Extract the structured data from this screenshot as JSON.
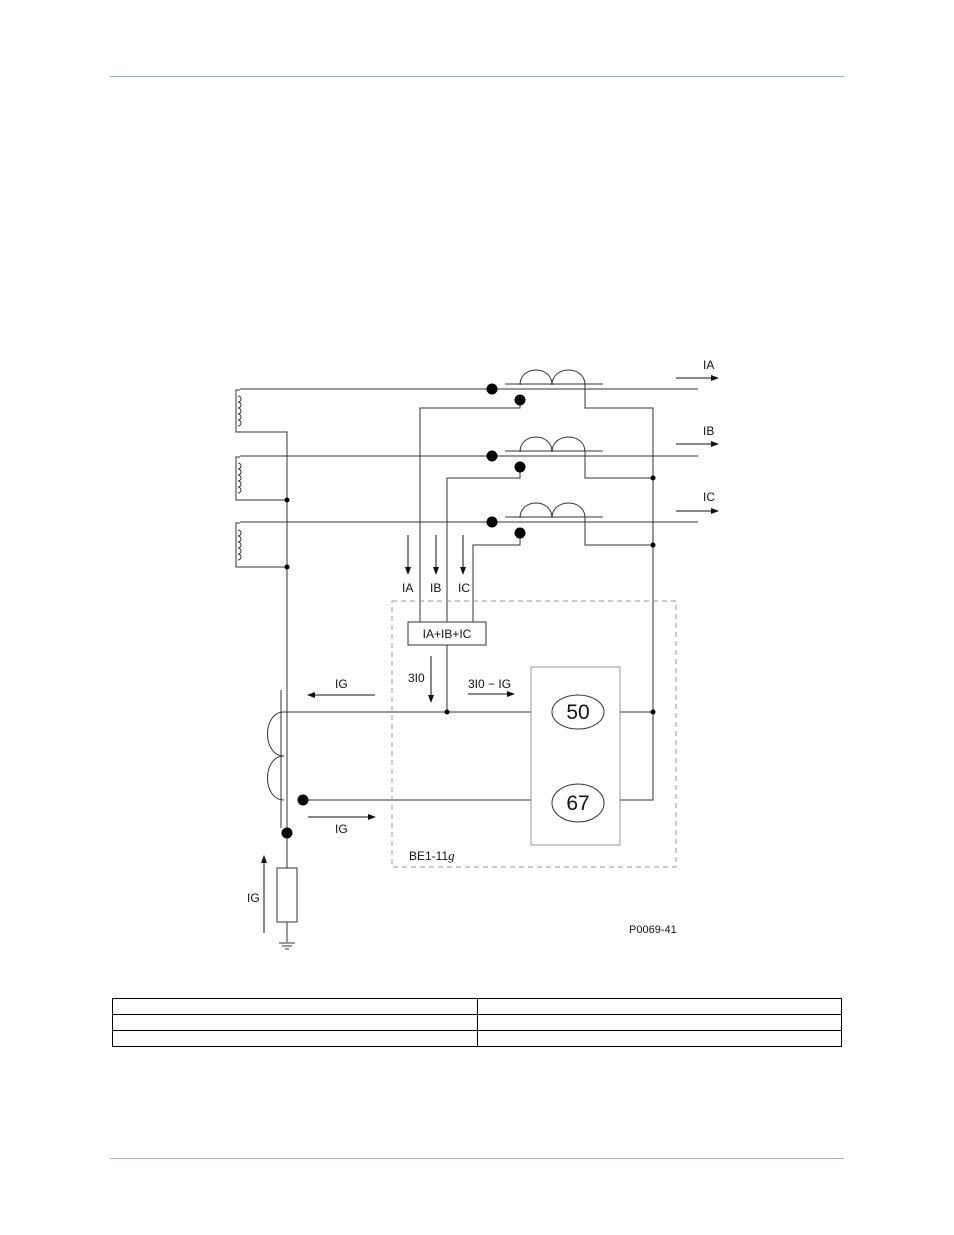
{
  "diagram": {
    "line_labels": [
      "IA",
      "IB",
      "IC"
    ],
    "input_labels": [
      "IA",
      "IB",
      "IC"
    ],
    "summing_block": "IA+IB+IC",
    "residual_label": "3I0",
    "difference_label": "3I0 − IG",
    "ground_current_label": "IG",
    "relay_elements": [
      "50",
      "67"
    ],
    "device_name": "BE1-11",
    "device_suffix": "g",
    "part_number": "P0069-41"
  },
  "table": {
    "rows": [
      [
        "",
        ""
      ],
      [
        "",
        ""
      ],
      [
        "",
        ""
      ]
    ]
  }
}
